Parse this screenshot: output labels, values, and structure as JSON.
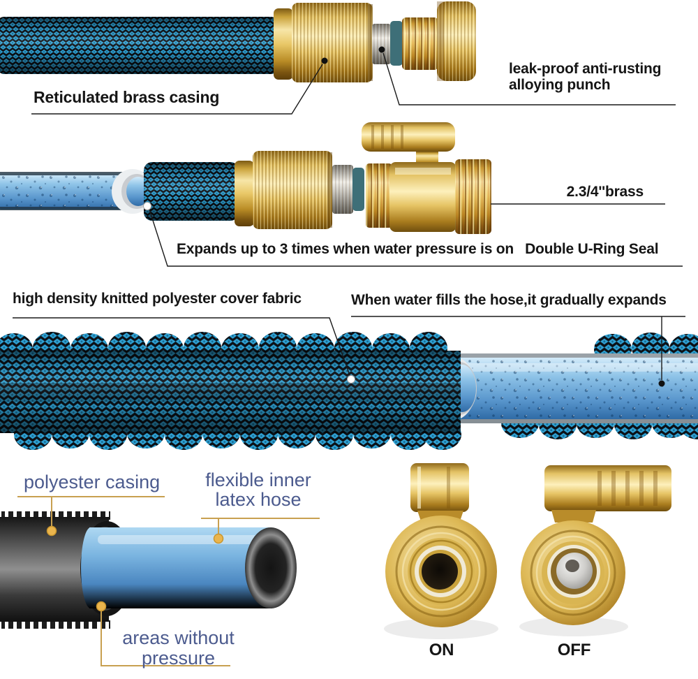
{
  "figure": {
    "background": "#ffffff",
    "annotation_text_color": "#151515",
    "callout_blue_text_color": "#4c5b8e",
    "leader_gold_color": "#c8a050",
    "brass_color": "#d4a73f",
    "hose_braid_blue": "#2fa2d4",
    "inner_tube_blue": "#7ab4e0"
  },
  "sections": {
    "top": {
      "label_brass_casing": "Reticulated brass casing",
      "label_leak_proof_line1": "leak-proof anti-rusting",
      "label_leak_proof_line2": "alloying punch"
    },
    "middle": {
      "label_brass_size": "2.3/4''brass",
      "label_expands": "Expands up to 3 times when water pressure is on",
      "label_uring": "Double U-Ring Seal"
    },
    "band": {
      "label_fabric": "high density knitted polyester cover fabric",
      "label_when_water": "When water fills the hose,it gradually expands"
    },
    "bottom": {
      "label_polyester_casing": "polyester casing",
      "label_flexible_line1": "flexible inner",
      "label_flexible_line2": "latex hose",
      "label_areas_line1": "areas without",
      "label_areas_line2": "pressure",
      "label_on": "ON",
      "label_off": "OFF"
    }
  }
}
